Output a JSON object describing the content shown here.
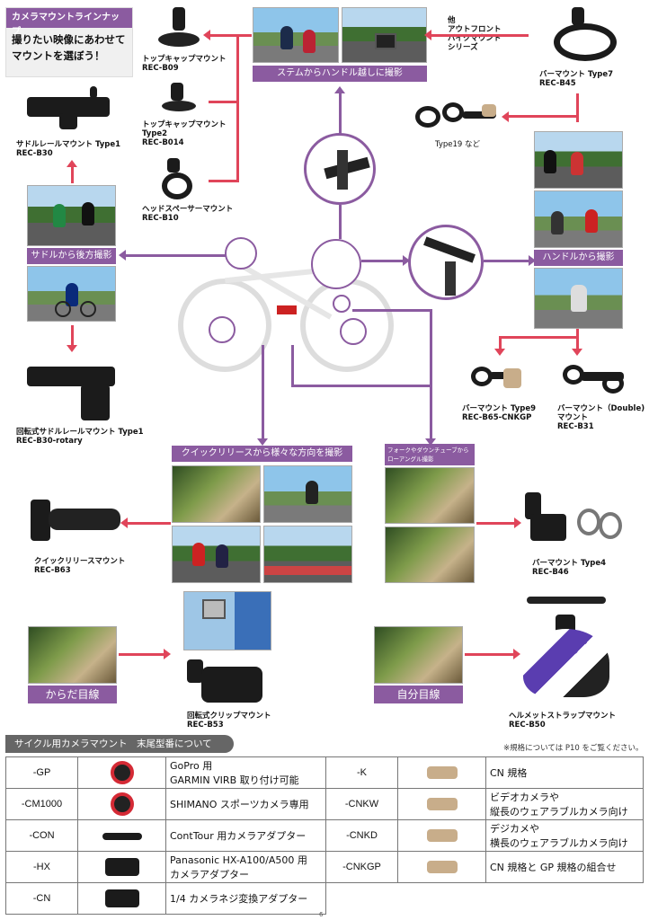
{
  "header": {
    "title": "カメラマウントラインナップ",
    "subtitle_l1": "撮りたい映像にあわせて",
    "subtitle_l2": "マウントを選ぼう！"
  },
  "mounts": {
    "top_cap": {
      "name": "トップキャップマウント",
      "code": "REC-B09"
    },
    "top_cap2": {
      "name": "トップキャップマウント",
      "name2": "Type2",
      "code": "REC-B014"
    },
    "head_spacer": {
      "name": "ヘッドスペーサーマウント",
      "code": "REC-B10"
    },
    "outfront": {
      "l1": "他",
      "l2": "アウトフロント",
      "l3": "バイクマウント",
      "l4": "シリーズ"
    },
    "bar7": {
      "name": "バーマウント Type7",
      "code": "REC-B45"
    },
    "type19": {
      "name": "Type19 など"
    },
    "saddle1": {
      "name": "サドルレールマウント Type1",
      "code": "REC-B30"
    },
    "saddle_rot": {
      "name": "回転式サドルレールマウント Type1",
      "code": "REC-B30-rotary"
    },
    "bar9": {
      "name": "バーマウント Type9",
      "code": "REC-B65-CNKGP"
    },
    "bar_double": {
      "name": "バーマウント（Double)",
      "name2": "マウント",
      "code": "REC-B31"
    },
    "quick": {
      "name": "クイックリリースマウント",
      "code": "REC-B63"
    },
    "bar4": {
      "name": "バーマウント Type4",
      "code": "REC-B46"
    },
    "clip": {
      "name": "回転式クリップマウント",
      "code": "REC-B53"
    },
    "helmet": {
      "name": "ヘルメットストラップマウント",
      "code": "REC-B50"
    }
  },
  "sections": {
    "stem": "ステムからハンドル越しに撮影",
    "saddle": "サドルから後方撮影",
    "handle": "ハンドルから撮影",
    "quick": "クイックリリースから様々な方向を撮影",
    "fork_l1": "フォークやダウンチューブから",
    "fork_l2": "ローアングル撮影",
    "body": "からだ目線",
    "self": "自分目線"
  },
  "suffix": {
    "title": "サイクル用カメラマウント　末尾型番について",
    "note": "※規格については P10 をご覧ください。",
    "rows": [
      {
        "left_code": "-GP",
        "left_icon": "gopro-mount-icon",
        "left_desc1": "GoPro 用",
        "left_desc2": "GARMIN VIRB 取り付け可能",
        "right_code": "-K",
        "right_icon": "cn-adapter-icon",
        "right_desc1": "CN 規格",
        "right_desc2": ""
      },
      {
        "left_code": "-CM1000",
        "left_icon": "shimano-mount-icon",
        "left_desc1": "SHIMANO スポーツカメラ専用",
        "left_desc2": "",
        "right_code": "-CNKW",
        "right_icon": "cnkw-adapter-icon",
        "right_desc1": "ビデオカメラや",
        "right_desc2": "縦長のウェアラブルカメラ向け"
      },
      {
        "left_code": "-CON",
        "left_icon": "contour-adapter-icon",
        "left_desc1": "ContTour 用カメラアダプター",
        "left_desc2": "",
        "right_code": "-CNKD",
        "right_icon": "cnkd-adapter-icon",
        "right_desc1": "デジカメや",
        "right_desc2": "横長のウェアラブルカメラ向け"
      },
      {
        "left_code": "-HX",
        "left_icon": "panasonic-adapter-icon",
        "left_desc1": "Panasonic HX-A100/A500 用",
        "left_desc2": "カメラアダプター",
        "right_code": "-CNKGP",
        "right_icon": "cnkgp-adapter-icon",
        "right_desc1": "CN 規格と GP 規格の組合せ",
        "right_desc2": ""
      },
      {
        "left_code": "-CN",
        "left_icon": "screw-adapter-icon",
        "left_desc1": "1/4 カメラネジ変換アダプター",
        "left_desc2": "",
        "right_code": "",
        "right_icon": "",
        "right_desc1": "",
        "right_desc2": ""
      }
    ]
  },
  "page_number": "6",
  "colors": {
    "accent": "#8b5ba0",
    "arrow": "#e0455a"
  }
}
